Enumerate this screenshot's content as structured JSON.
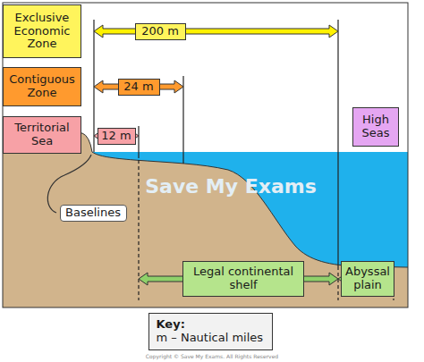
{
  "diagram": {
    "nodes": [
      {
        "text": [
          "Exclusive Economic Zone"
        ]
      },
      {
        "text": [
          "200 m"
        ]
      },
      {
        "text": [
          "Contiguous Zone"
        ]
      },
      {
        "text": [
          "24 m"
        ]
      },
      {
        "text": [
          "Territorial Sea"
        ]
      },
      {
        "text": [
          "12 m"
        ]
      },
      {
        "text": [
          "High Seas"
        ]
      },
      {
        "text": [
          "Baselines"
        ]
      },
      {
        "text": [
          "Legal continental shelf"
        ]
      },
      {
        "text": [
          "Abyssal plain"
        ]
      },
      {
        "text": [
          "Key:",
          "m – Nautical miles"
        ]
      }
    ],
    "labels": [
      "Save My Exams",
      "Copyright © Save My Exams. All Rights Reserved"
    ]
  }
}
